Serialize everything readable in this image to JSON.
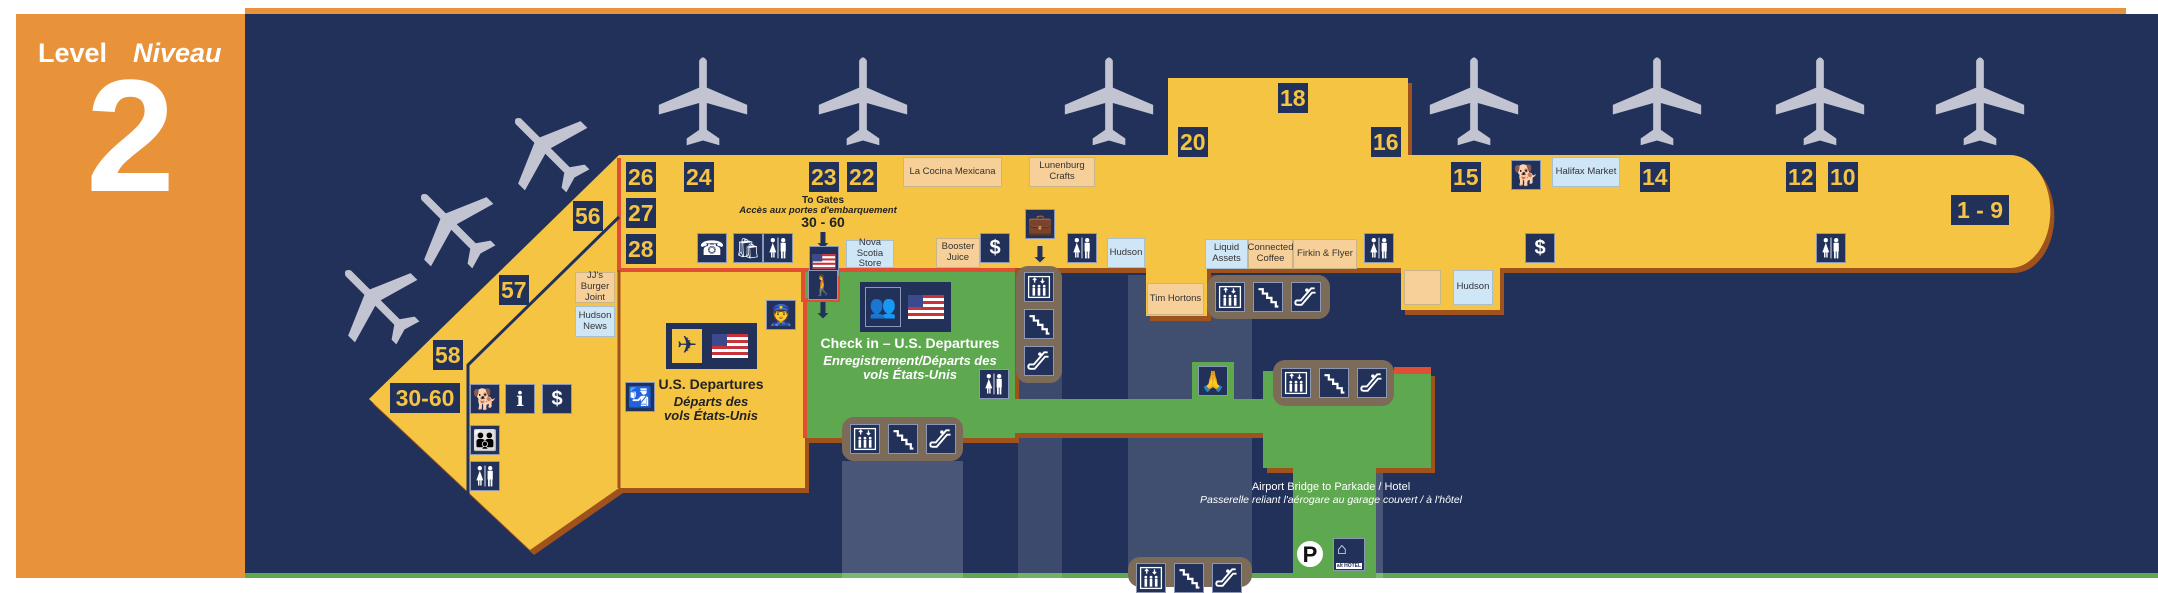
{
  "level": {
    "label_en": "Level",
    "label_fr": "Niveau",
    "number": "2"
  },
  "gates": [
    "26",
    "24",
    "23",
    "22",
    "20",
    "18",
    "16",
    "15",
    "14",
    "12",
    "10",
    "1 - 9",
    "56",
    "27",
    "28",
    "57",
    "58",
    "30-60"
  ],
  "shops": {
    "la_cocina": "La Cocina Mexicana",
    "lunenburg": "Lunenburg Crafts",
    "halifax_market": "Halifax Market",
    "nova_scotia_store": "Nova Scotia Store",
    "booster_juice": "Booster Juice",
    "hudson_1": "Hudson",
    "liquid_assets": "Liquid Assets",
    "connected_coffee": "Connected Coffee",
    "firkin": "Firkin & Flyer",
    "tim_hortons": "Tim Hortons",
    "hudson_2": "Hudson",
    "jjs": "JJ's Burger Joint",
    "hudson_news": "Hudson News"
  },
  "to_gates": {
    "en": "To Gates",
    "fr": "Accès aux portes d'embarquement",
    "range": "30 - 60"
  },
  "us_departures": {
    "en": "U.S. Departures",
    "fr1": "Départs des",
    "fr2": "vols États-Unis"
  },
  "checkin": {
    "en": "Check in – U.S. Departures",
    "fr1": "Enregistrement/Départs des",
    "fr2": "vols États-Unis"
  },
  "bridge": {
    "en": "Airport Bridge to Parkade / Hotel",
    "fr": "Passerelle reliant l'aérogare au garage couvert / à l'hôtel"
  },
  "hotel_logo": "alt HOTEL",
  "parking_symbol": "P",
  "colors": {
    "navy": "#213159",
    "yellow": "#f5c443",
    "orange": "#e8923a",
    "green": "#5ea84f",
    "red": "#e04e33",
    "brown": "#a0521c"
  }
}
